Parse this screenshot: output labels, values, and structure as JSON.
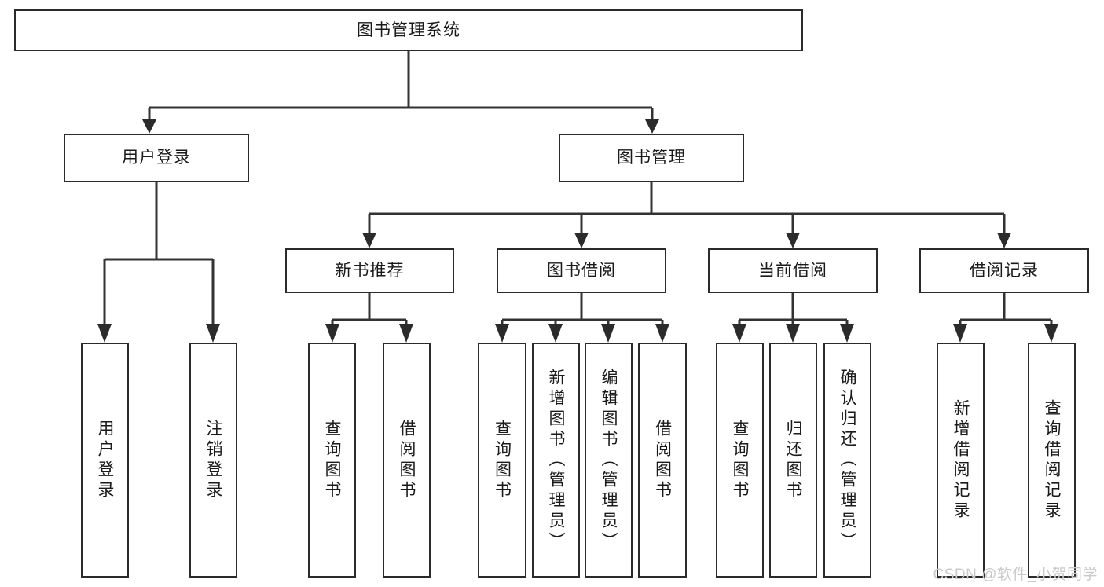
{
  "diagram": {
    "title": "图书管理系统",
    "type": "hierarchy-tree",
    "watermark": "CSDN @软件_小贺同学",
    "colors": {
      "box_border": "#2b2b2b",
      "box_fill": "#ffffff",
      "line": "#333333",
      "text": "#1a1a1a",
      "watermark": "#c9c9c9",
      "background": "#ffffff"
    },
    "root": {
      "label": "图书管理系统"
    },
    "level2": [
      {
        "label": "用户登录"
      },
      {
        "label": "图书管理"
      }
    ],
    "level3": [
      {
        "label": "新书推荐"
      },
      {
        "label": "图书借阅"
      },
      {
        "label": "当前借阅"
      },
      {
        "label": "借阅记录"
      }
    ],
    "leaves": {
      "user_login": [
        {
          "label": "用户登录"
        },
        {
          "label": "注销登录"
        }
      ],
      "new_book": [
        {
          "label": "查询图书"
        },
        {
          "label": "借阅图书"
        }
      ],
      "book_borrow": [
        {
          "label": "查询图书"
        },
        {
          "label": "新增图书（管理员）"
        },
        {
          "label": "编辑图书（管理员）"
        },
        {
          "label": "借阅图书"
        }
      ],
      "current_borrow": [
        {
          "label": "查询图书"
        },
        {
          "label": "归还图书"
        },
        {
          "label": "确认归还（管理员）"
        }
      ],
      "borrow_record": [
        {
          "label": "新增借阅记录"
        },
        {
          "label": "查询借阅记录"
        }
      ]
    }
  }
}
